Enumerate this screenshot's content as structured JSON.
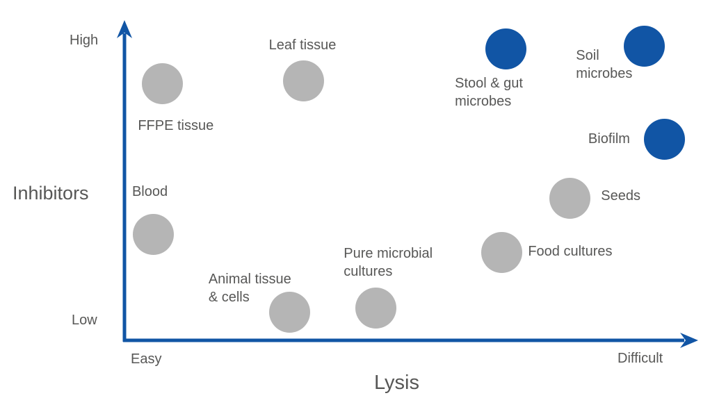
{
  "figure": {
    "background": "#ffffff",
    "axis_color": "#1155a5",
    "text_color": "#575756",
    "bubble_gray": "#b5b5b5",
    "bubble_blue": "#1155a5"
  },
  "axes": {
    "y_label": "Inhibitors",
    "y_top_tick": "High",
    "y_bottom_tick": "Low",
    "x_label": "Lysis",
    "x_left_tick": "Easy",
    "x_right_tick": "Difficult"
  },
  "chart_data": {
    "type": "scatter",
    "title": "",
    "xlabel": "Lysis",
    "ylabel": "Inhibitors",
    "x_axis": {
      "min_label": "Easy",
      "max_label": "Difficult",
      "range": [
        0,
        100
      ]
    },
    "y_axis": {
      "min_label": "Low",
      "max_label": "High",
      "range": [
        0,
        100
      ]
    },
    "grid": false,
    "legend": false,
    "series": [
      {
        "name": "gray_samples",
        "color": "#b5b5b5",
        "points": [
          {
            "label": "FFPE tissue",
            "lines": [
              "FFPE tissue"
            ],
            "x": 6.6,
            "y": 80.5,
            "label_offset": {
              "dx": -35,
              "dy": 48
            }
          },
          {
            "label": "Leaf tissue",
            "lines": [
              "Leaf tissue"
            ],
            "x": 31.3,
            "y": 81.2,
            "label_offset": {
              "dx": -50,
              "dy": -65
            }
          },
          {
            "label": "Blood",
            "lines": [
              "Blood"
            ],
            "x": 5.1,
            "y": 33.5,
            "label_offset": {
              "dx": -31,
              "dy": -74
            }
          },
          {
            "label": "Animal tissue & cells",
            "lines": [
              "Animal tissue",
              "& cells"
            ],
            "x": 28.9,
            "y": 9.3,
            "label_offset": {
              "dx": -117,
              "dy": -60
            }
          },
          {
            "label": "Pure microbial cultures",
            "lines": [
              "Pure microbial",
              "cultures"
            ],
            "x": 43.9,
            "y": 10.4,
            "label_offset": {
              "dx": -46,
              "dy": -92
            }
          },
          {
            "label": "Food cultures",
            "lines": [
              "Food cultures"
            ],
            "x": 65.9,
            "y": 27.9,
            "label_offset": {
              "dx": 38,
              "dy": -14
            }
          },
          {
            "label": "Seeds",
            "lines": [
              "Seeds"
            ],
            "x": 77.8,
            "y": 44.8,
            "label_offset": {
              "dx": 45,
              "dy": -16
            }
          }
        ]
      },
      {
        "name": "blue_samples",
        "color": "#1155a5",
        "points": [
          {
            "label": "Stool & gut microbes",
            "lines": [
              "Stool & gut",
              "microbes"
            ],
            "x": 66.6,
            "y": 91.3,
            "label_offset": {
              "dx": -73,
              "dy": 37
            }
          },
          {
            "label": "Soil microbes",
            "lines": [
              "Soil",
              "microbes"
            ],
            "x": 90.8,
            "y": 92.0,
            "label_offset": {
              "dx": -98,
              "dy": 0
            }
          },
          {
            "label": "Biofilm",
            "lines": [
              "Biofilm"
            ],
            "x": 94.4,
            "y": 63.0,
            "label_offset": {
              "dx": -110,
              "dy": -14
            }
          }
        ]
      }
    ]
  }
}
